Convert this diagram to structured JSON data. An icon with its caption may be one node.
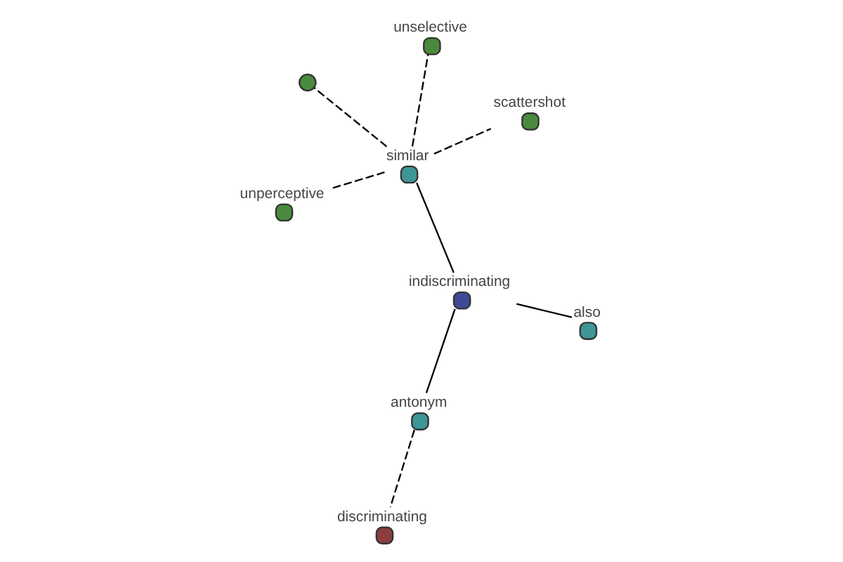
{
  "diagram": {
    "nodes": [
      {
        "text": [],
        "shape": "circle"
      },
      {
        "text": [
          "scattershot"
        ]
      },
      {
        "text": [
          "unperceptive"
        ]
      },
      {
        "text": [
          "similar"
        ]
      },
      {
        "text": [
          "unselective"
        ]
      },
      {
        "text": [
          "indiscriminating"
        ]
      },
      {
        "text": [
          "discriminating"
        ]
      },
      {
        "text": [
          "antonym"
        ]
      },
      {
        "text": [
          "also"
        ]
      }
    ],
    "edges": [
      {
        "from": 5,
        "to": 3,
        "arrow": "none"
      },
      {
        "from": 5,
        "to": 8,
        "arrow": "none"
      },
      {
        "from": 5,
        "to": 7,
        "arrow": "none"
      },
      {
        "from": 7,
        "to": 6,
        "arrow": "none",
        "style": "dashed"
      },
      {
        "from": 3,
        "to": 0,
        "arrow": "none",
        "style": "dashed"
      },
      {
        "from": 3,
        "to": 1,
        "arrow": "none",
        "style": "dashed"
      },
      {
        "from": 3,
        "to": 2,
        "arrow": "none",
        "style": "dashed"
      },
      {
        "from": 3,
        "to": 4,
        "arrow": "none",
        "style": "dashed"
      }
    ]
  }
}
